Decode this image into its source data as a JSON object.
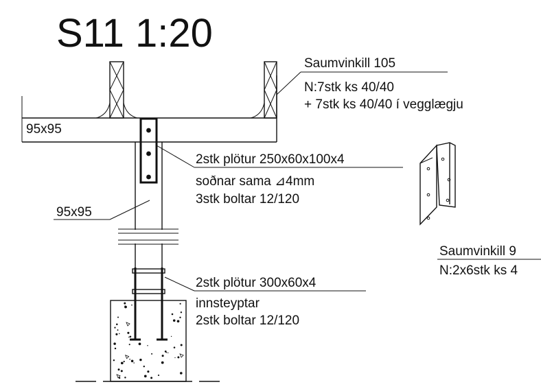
{
  "title": "S11 1:20",
  "labels": {
    "beam_size": "95x95",
    "post_size": "95x95",
    "connector_top_title": "Saumvinkill 105",
    "connector_top_line1": "N:7stk ks 40/40",
    "connector_top_line2": "+ 7stk ks 40/40 í vegglægju",
    "plates_top_title": "2stk plötur 250x60x100x4",
    "plates_top_line1": "soðnar sama ⊿4mm",
    "plates_top_line2": "3stk boltar 12/120",
    "connector_right_title": "Saumvinkill 9",
    "connector_right_line1": "N:2x6stk ks 4",
    "plates_bottom_title": "2stk plötur 300x60x4",
    "plates_bottom_line1": "innsteyptar",
    "plates_bottom_line2": "2stk boltar 12/120"
  },
  "colors": {
    "ink": "#111111",
    "background": "#ffffff"
  }
}
